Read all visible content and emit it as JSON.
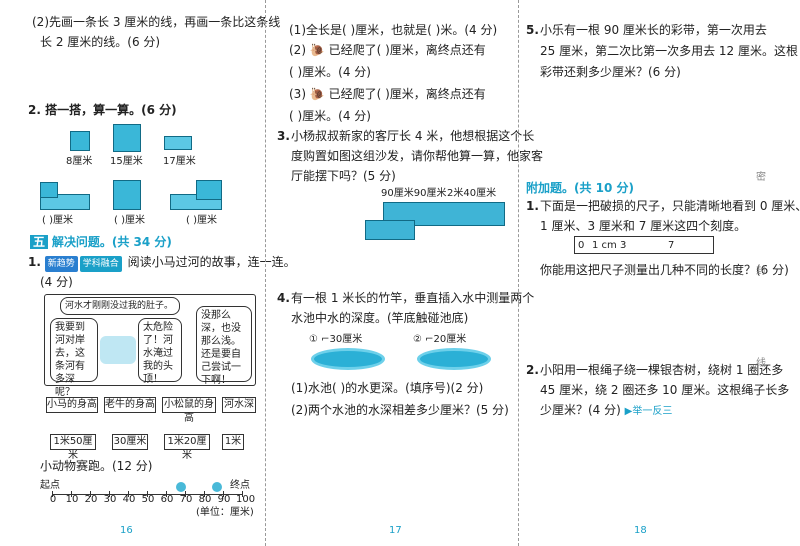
{
  "page1": {
    "q2_line1": "(2)先画一条长 3 厘米的线，再画一条比这条线",
    "q2_line2": "长 2 厘米的线。(6 分)",
    "ellipsis_dots": "· ·",
    "q_count_title": "2. 搭一搭，算一算。(6 分)",
    "cube_labels_top": [
      "8厘米",
      "15厘米",
      "17厘米"
    ],
    "cube_labels_bottom": [
      "(    )厘米",
      "(    )厘米",
      "(    )厘米"
    ],
    "section5_tag": "五",
    "section5_title": "解决问题。(共 34 分)",
    "q1_num": "1.",
    "badge1": "新趋势",
    "badge2": "学科融合",
    "q1_text": "阅读小马过河的故事，连一连。",
    "q1_score": "(4 分)",
    "story_title": "河水才刚刚没过我的肚子。",
    "bubble_left": "我要到河对岸去，这条河有多深呢？",
    "bubble_mid": "太危险了！河水淹过我的头顶！",
    "bubble_right": "没那么深，也没那么浅。还是要自己尝试一下啊！",
    "animal_labels": [
      "小马的身高",
      "老牛的身高",
      "小松鼠的身高",
      "河水深"
    ],
    "height_labels": [
      "1米50厘米",
      "30厘米",
      "1米20厘米",
      "1米"
    ],
    "race_text": "小动物赛跑。(12 分)",
    "start_label": "起点",
    "finish_label": "终点",
    "ticks": [
      "0",
      "10",
      "20",
      "30",
      "40",
      "50",
      "60",
      "70",
      "80",
      "90",
      "100"
    ],
    "unit": "(单位：厘米)",
    "page_num": "16"
  },
  "page2": {
    "l1": "(1)全长是(        )厘米，也就是(        )米。(4 分)",
    "l2": "(2) 🐌 已经爬了(        )厘米，离终点还有",
    "l3": "(        )厘米。(4 分)",
    "l4": "(3) 🐌 已经爬了(        )厘米，离终点还有",
    "l5": "(        )厘米。(4 分)",
    "q3_num": "3.",
    "q3_lines": [
      "小杨叔叔新家的客厅长 4 米，他想根据这个长",
      "度购置如图这组沙发，请你帮他算一算，他家客",
      "厅能摆下吗？(5 分)"
    ],
    "sofa_labels": [
      "90厘米90厘米",
      "2米40厘米"
    ],
    "q4_num": "4.",
    "q4_lines": [
      "有一根 1 米长的竹竿，垂直插入水中测量两个",
      "水池中水的深度。(竿底触碰池底)"
    ],
    "pool1_label": "① ⌐30厘米",
    "pool2_label": "② ⌐20厘米",
    "q4_sub1": "(1)水池(      )的水更深。(填序号)(2 分)",
    "q4_sub2": "(2)两个水池的水深相差多少厘米？(5 分)",
    "page_num": "17"
  },
  "page3": {
    "q5_num": "5.",
    "q5_lines": [
      "小乐有一根 90 厘米长的彩带，第一次用去",
      "25 厘米，第二次比第一次多用去 12 厘米。这根",
      "彩带还剩多少厘米？(6 分)"
    ],
    "extra_title": "附加题。(共 10 分)",
    "e1_num": "1.",
    "e1_lines": [
      "下面是一把破损的尺子，只能清晰地看到 0 厘米、",
      "1 厘米、3 厘米和 7 厘米这四个刻度。"
    ],
    "ruler_marks": [
      "0",
      "1 cm",
      "3",
      "7"
    ],
    "e1_question": "你能用这把尺子测量出几种不同的长度？(6 分)",
    "e2_num": "2.",
    "e2_lines": [
      "小阳用一根绳子绕一棵银杏树，绕树 1 圈还多",
      "45 厘米，绕 2 圈还多 10 厘米。这根绳子长多",
      "少厘米？(4 分)"
    ],
    "e2_tag": "▶举一反三",
    "side_chars": [
      "密",
      "封",
      "线"
    ],
    "page_num": "18"
  },
  "colors": {
    "accent": "#1aa0c8",
    "cube": "#3ab7d8"
  }
}
